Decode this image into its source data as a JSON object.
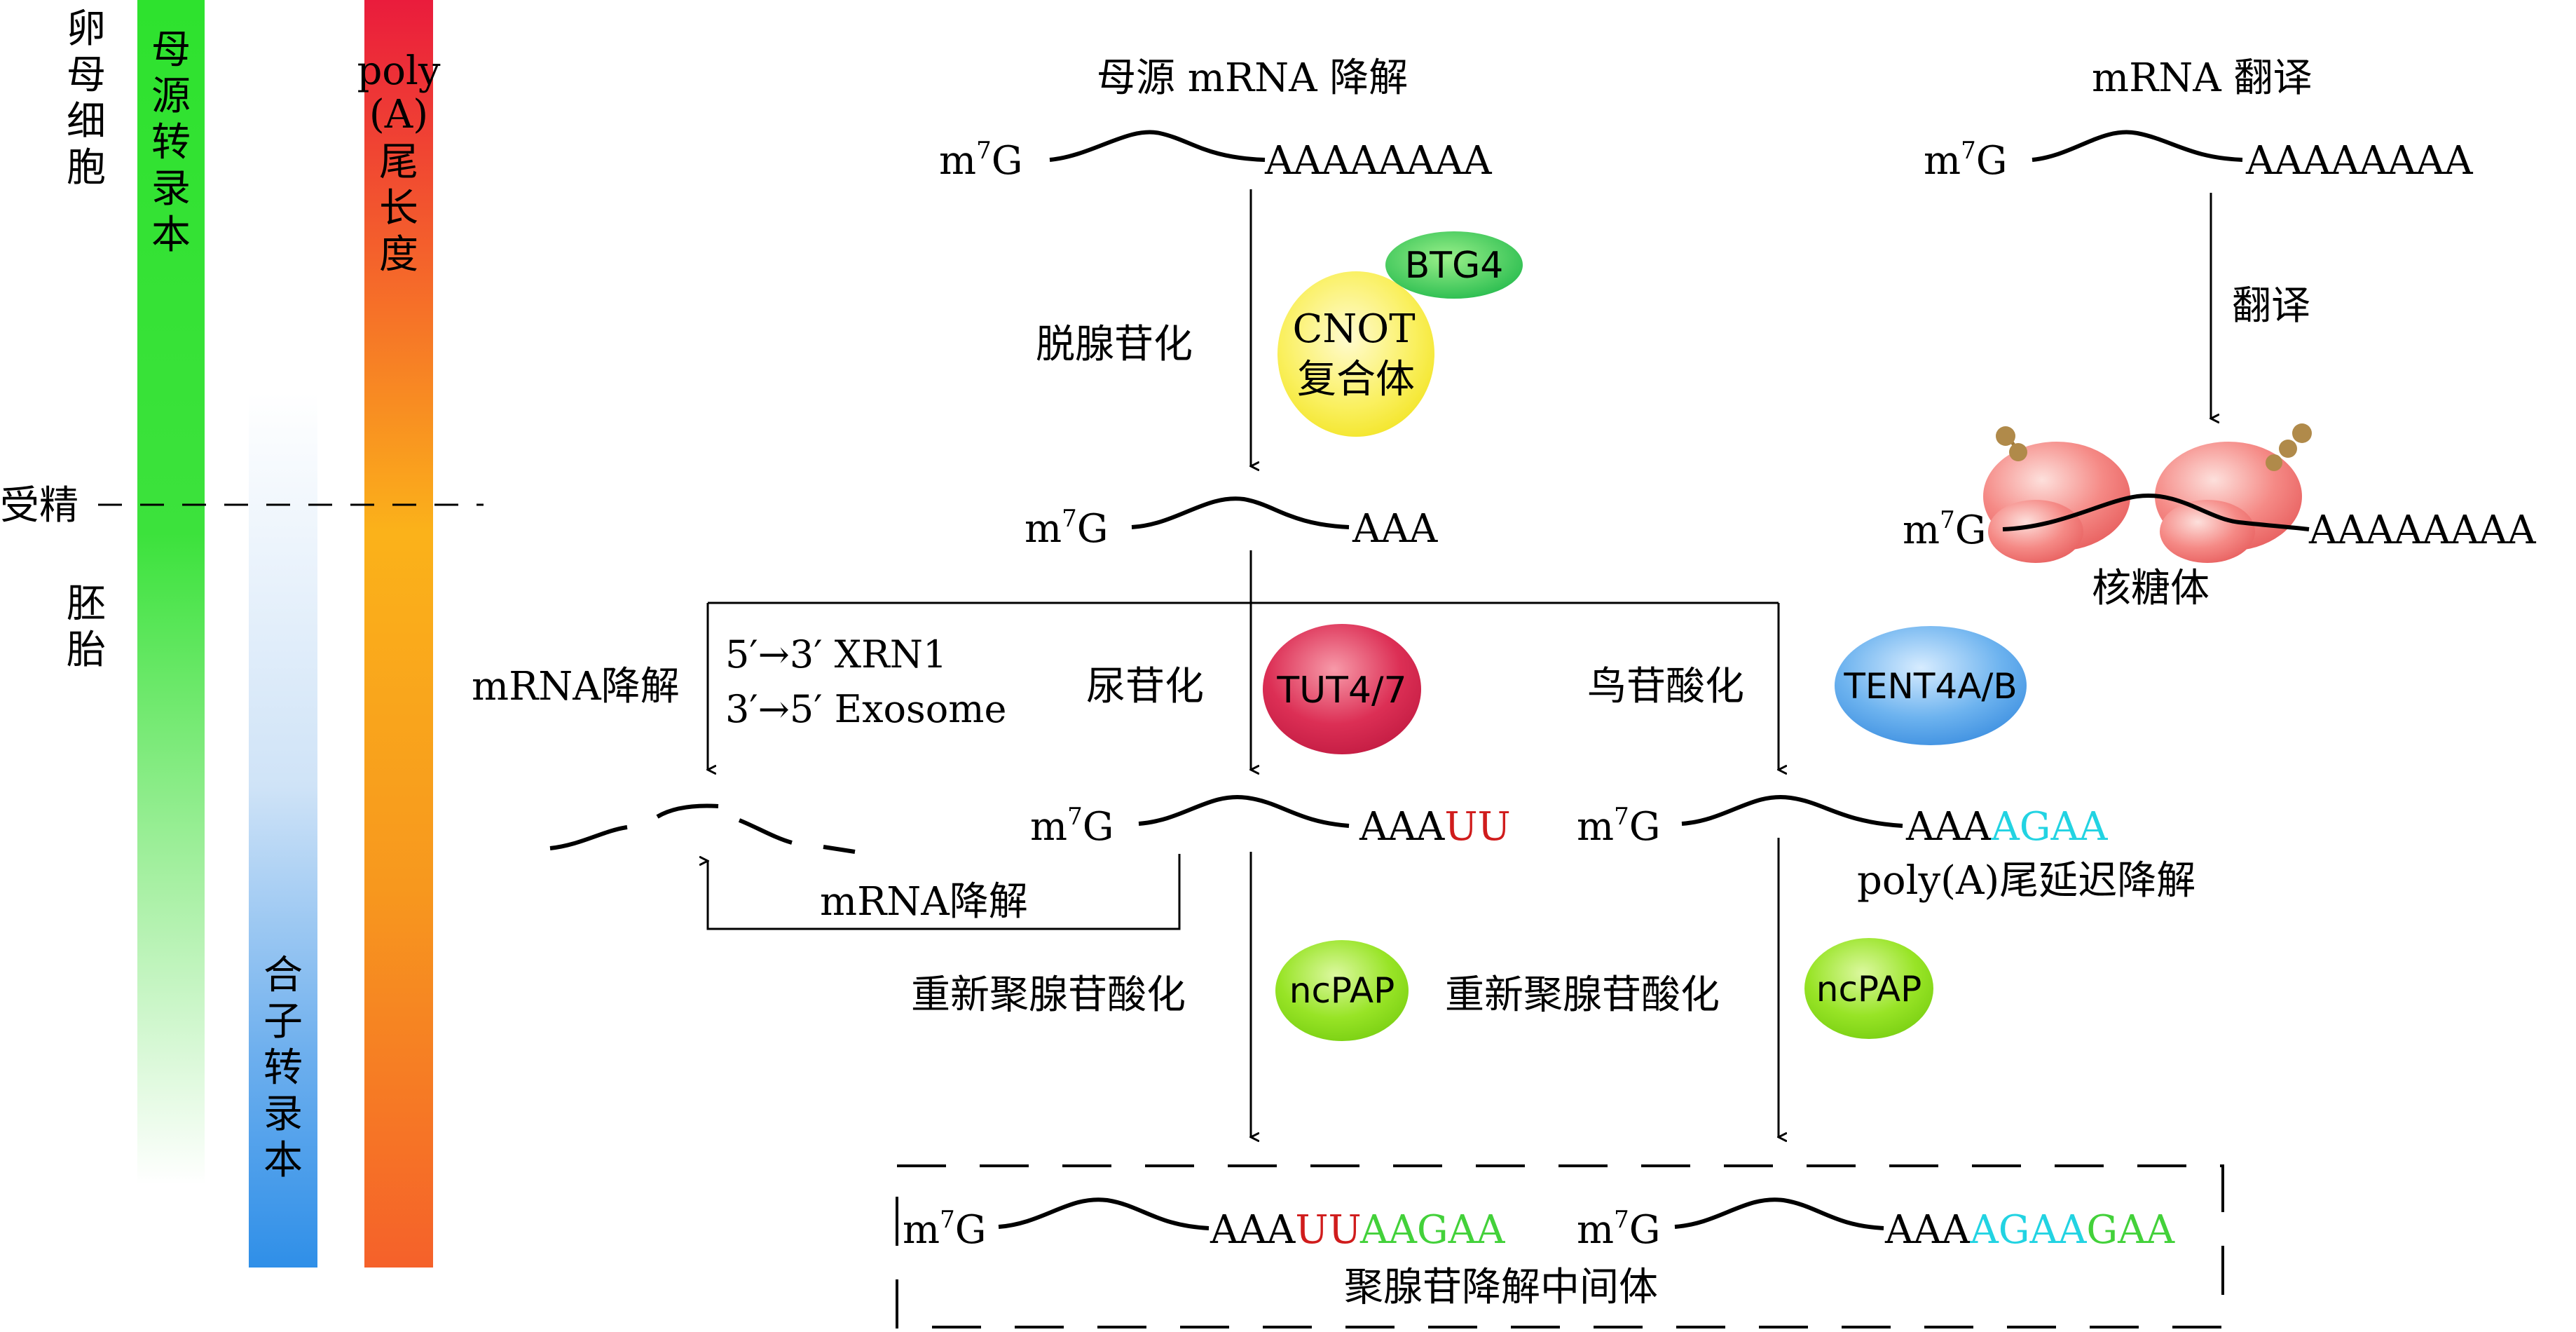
{
  "colors": {
    "maternal_bar": "#3ce23c",
    "polya_bar_top": "#e8202f",
    "polya_bar_mid": "#f7a21c",
    "zygotic_bar": "#2f8fe8",
    "red_nt": "#d01c1c",
    "cyan_nt": "#22d3e2",
    "green_nt": "#43d13a",
    "btg4": "#28c448",
    "cnot": "#f7ec25",
    "tut": "#d6204a",
    "tent": "#4fa3e8",
    "ncpap": "#8ee01c",
    "ribosome": "#f26b6b"
  },
  "left": {
    "stage_oocyte": "卵母细胞",
    "stage_embryo": "胚胎",
    "fertilization": "受精",
    "maternal_transcripts": "母源转录本",
    "polya_length_1": "poly",
    "polya_length_2": "(A)",
    "polya_length_3": "尾长度",
    "zygotic_transcripts": "合子转录本"
  },
  "labels": {
    "maternal_decay_title": "母源 mRNA 降解",
    "translation_title": "mRNA 翻译",
    "deadenylation": "脱腺苷化",
    "translation": "翻译",
    "ribosome": "核糖体",
    "mrna_decay_1": "mRNA降解",
    "mrna_decay_2": "mRNA降解",
    "xrn1": "5′→3′ XRN1",
    "exosome": "3′→5′ Exosome",
    "uridylation": "尿苷化",
    "guanylation": "鸟苷酸化",
    "delayed": "poly(A)尾延迟降解",
    "readenylation_1": "重新聚腺苷酸化",
    "readenylation_2": "重新聚腺苷酸化",
    "intermediate": "聚腺苷降解中间体"
  },
  "proteins": {
    "btg4": "BTG4",
    "cnot_1": "CNOT",
    "cnot_2": "复合体",
    "tut": "TUT4/7",
    "tent": "TENT4A/B",
    "ncpap_1": "ncPAP",
    "ncpap_2": "ncPAP"
  },
  "mrna": {
    "cap_m": "m",
    "cap_sup": "7",
    "cap_g": "G",
    "tail_long": "AAAAAAAA",
    "tail_short": "AAA",
    "tail_aaa": "AAA",
    "uu": "UU",
    "agaa": "AGAA",
    "aagaa": "AAGAA",
    "agaagaa_cyan": "AGAA",
    "agaagaa_green": "GAA"
  }
}
